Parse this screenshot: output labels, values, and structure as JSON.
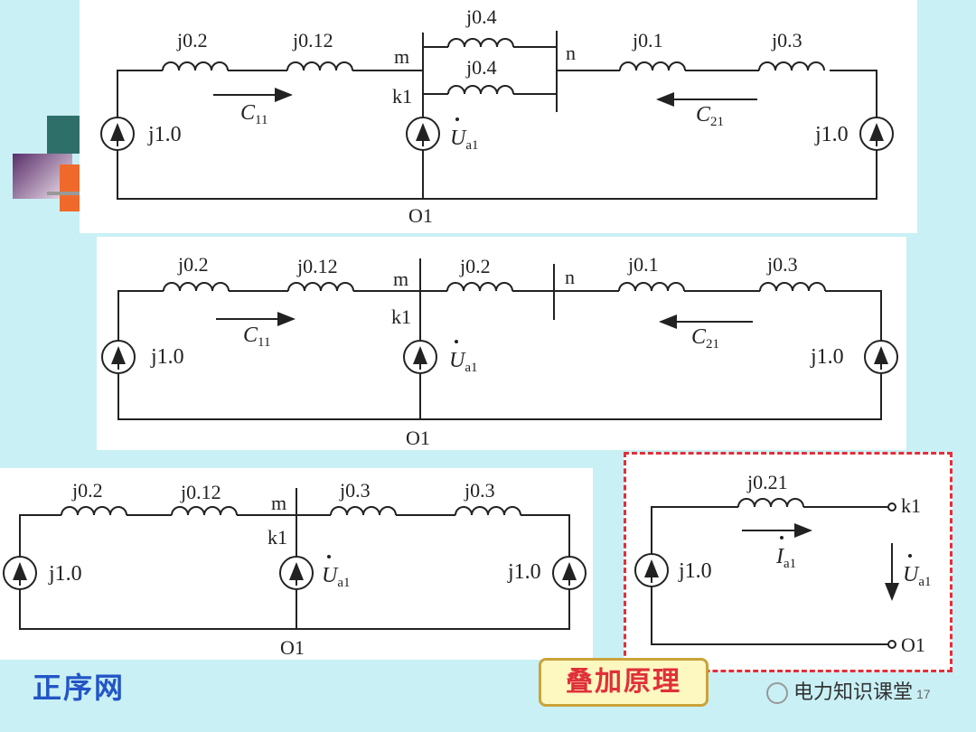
{
  "circuit1": {
    "l1": "j0.2",
    "l2": "j0.12",
    "l3": "j0.4",
    "l4": "j0.4",
    "l5": "j0.1",
    "l6": "j0.3",
    "node_m": "m",
    "node_k": "k1",
    "node_n": "n",
    "ground": "O1",
    "src_left": "j1.0",
    "src_right": "j1.0",
    "flow_left": "C",
    "flow_left_sub": "11",
    "flow_right": "C",
    "flow_right_sub": "21",
    "u_main": "U",
    "u_sub": "a1"
  },
  "circuit2": {
    "l1": "j0.2",
    "l2": "j0.12",
    "l3": "j0.2",
    "l4": "j0.1",
    "l5": "j0.3",
    "node_m": "m",
    "node_k": "k1",
    "node_n": "n",
    "ground": "O1",
    "src_left": "j1.0",
    "src_right": "j1.0",
    "flow_left": "C",
    "flow_left_sub": "11",
    "flow_right": "C",
    "flow_right_sub": "21",
    "u_main": "U",
    "u_sub": "a1"
  },
  "circuit3": {
    "l1": "j0.2",
    "l2": "j0.12",
    "l3": "j0.3",
    "l4": "j0.3",
    "node_m": "m",
    "node_k": "k1",
    "ground": "O1",
    "src_left": "j1.0",
    "src_right": "j1.0",
    "u_main": "U",
    "u_sub": "a1"
  },
  "circuit4": {
    "l1": "j0.21",
    "node_k": "k1",
    "ground": "O1",
    "src": "j1.0",
    "i_main": "I",
    "i_sub": "a1",
    "u_main": "U",
    "u_sub": "a1"
  },
  "caption": "正序网",
  "superposition_label": "叠加原理",
  "watermark": "电力知识课堂",
  "page_fragment": "17",
  "colors": {
    "background": "#c9f0f5",
    "caption": "#2355c6",
    "highlight_border": "#e0303a",
    "label_fill": "#fdf7c0"
  }
}
